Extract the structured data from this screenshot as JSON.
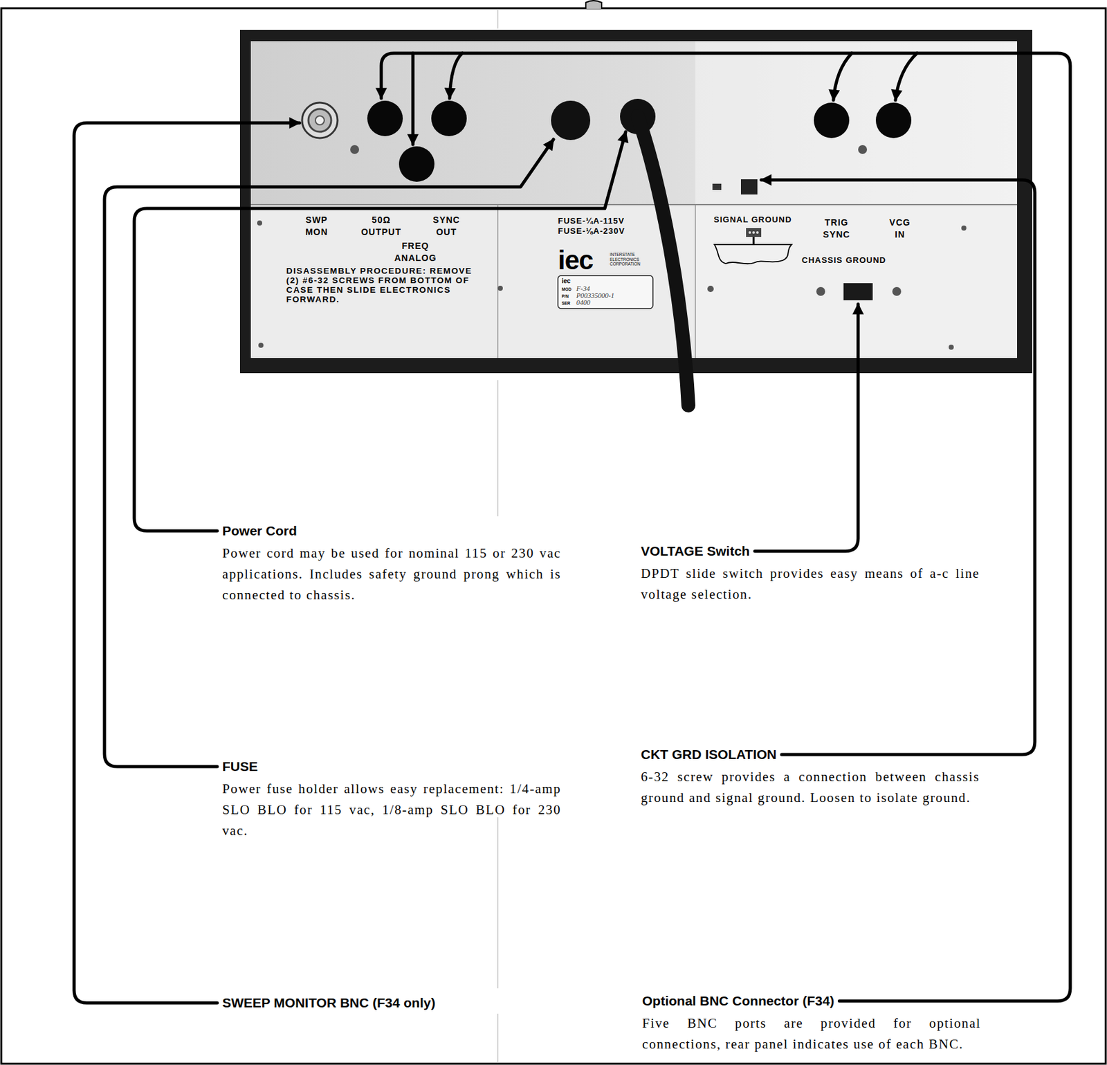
{
  "diagram": {
    "labels": [
      "SWP MON",
      "50Ω OUTPUT",
      "SYNC OUT",
      "FREQ ANALOG",
      "DISASSEMBLY PROCEDURE: REMOVE (2) #6-32 SCREWS FROM BOTTOM OF CASE THEN SLIDE ELECTRONICS FORWARD.",
      "FUSE-¼A-115V",
      "FUSE-⅛A-230V",
      "iec",
      "INTERSTATE ELECTRONICS CORPORATION",
      "iec",
      "MOD",
      "F-34",
      "P/N",
      "P00335000-1",
      "SER",
      "0400",
      "SIGNAL GROUND",
      "TRIG SYNC",
      "VCG IN",
      "CHASSIS GROUND",
      "Power Cord",
      "Power cord may be used for nominal 115 or 230 vac applications. Includes safety ground prong which is connected to chassis.",
      "FUSE",
      "Power fuse holder allows easy replacement: 1/4-amp SLO BLO for 115 vac, 1/8-amp SLO BLO for 230 vac.",
      "SWEEP MONITOR BNC (F34 only)",
      "VOLTAGE Switch",
      "DPDT slide switch provides easy means of a-c line voltage selection.",
      "CKT GRD ISOLATION",
      "6-32 screw provides a connection between chassis ground and signal ground. Loosen to isolate ground.",
      "Optional BNC Connector (F34)",
      "Five BNC ports are provided for optional connections, rear panel indicates use of each BNC."
    ]
  }
}
